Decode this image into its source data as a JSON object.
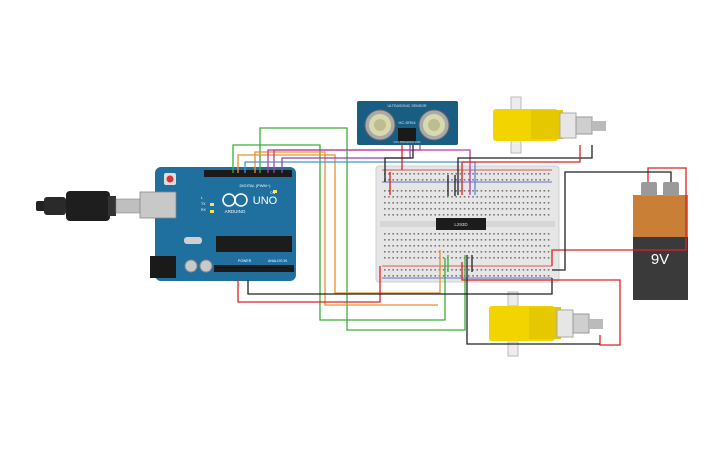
{
  "arduino": {
    "brand": "ARDUINO",
    "model": "UNO",
    "digital_label": "DIGITAL (PWM~)",
    "power_label": "POWER",
    "analog_label": "ANALOG IN",
    "tx_label": "TX",
    "rx_label": "RX",
    "l_label": "L",
    "on_label": "ON",
    "color": "#1f6f9f"
  },
  "sensor": {
    "title": "ULTRASONIC SENSOR",
    "model": "HC-SR04",
    "pins_label": "VCC TRIG ECHO GND",
    "color": "#1a5d82"
  },
  "driver": {
    "chip_label": "L293D"
  },
  "battery": {
    "voltage_label": "9V",
    "top_color": "#c97f35",
    "body_color": "#3a3a3a"
  },
  "motors": {
    "count": 2,
    "color": "#f2d400"
  },
  "wire_colors": {
    "red": "#e02020",
    "black": "#222222",
    "green": "#3cae3c",
    "orange": "#e8922a",
    "magenta": "#c0399a",
    "blue": "#4a90d9",
    "purple": "#8e44ad"
  }
}
